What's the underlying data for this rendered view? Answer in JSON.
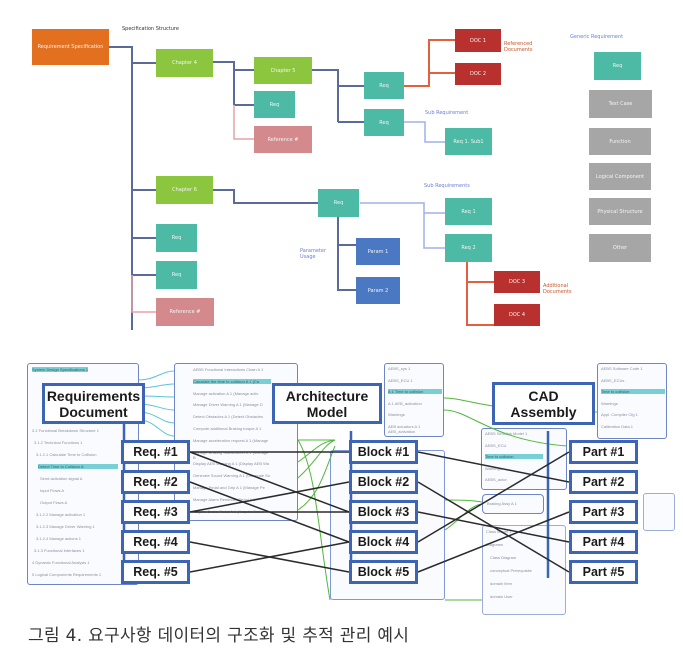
{
  "top_diagram": {
    "title_note": "Specification Structure",
    "root": "Requirement Specification",
    "chapter_a": "Chapter 4",
    "chapter_b": "Chapter 5",
    "chapter_c": "Chapter 6",
    "req_1": "Req",
    "reference": "Reference #",
    "req_2": "Req",
    "req_3": "Req",
    "doc_1": "DOC 1",
    "doc_2": "DOC 2",
    "ref_docs_note": "Referenced Documents",
    "sub_req_note": "Sub Requirement",
    "req_sub1": "Req 1. Sub1",
    "chapter_c_req1": "Req",
    "chapter_c_req2": "Req",
    "reference_2": "Reference #",
    "req_mid": "Req",
    "sub_req_note_2": "Sub Requirements",
    "req_sub_a": "Req 1",
    "req_sub_b": "Req 2",
    "param_note": "Parameter Usage",
    "param_1": "Param 1",
    "param_2": "Param 2",
    "doc_3": "DOC 3",
    "doc_4": "DOC 4",
    "add_docs_note": "Additional Documents",
    "legend_title": "Generic Requirement",
    "legend_items": [
      "Req",
      "Test Case",
      "Function",
      "Logical Component",
      "Physical Structure",
      "Other"
    ]
  },
  "trace_diagram": {
    "groups": {
      "requirements": "Requirements Document",
      "architecture": "Architecture Model",
      "cad": "CAD Assembly"
    },
    "reqs": [
      "Req. #1",
      "Req. #2",
      "Req. #3",
      "Req. #4",
      "Req. #5"
    ],
    "blocks": [
      "Block #1",
      "Block #2",
      "Block #3",
      "Block #4",
      "Block #5"
    ],
    "parts": [
      "Part #1",
      "Part #2",
      "Part #3",
      "Part #4",
      "Part #5"
    ],
    "req_to_block": [
      [
        1,
        1
      ],
      [
        1,
        3
      ],
      [
        2,
        4
      ],
      [
        3,
        2
      ],
      [
        3,
        3
      ],
      [
        4,
        5
      ],
      [
        5,
        4
      ]
    ],
    "block_to_part": [
      [
        1,
        2
      ],
      [
        2,
        5
      ],
      [
        3,
        4
      ],
      [
        4,
        1
      ],
      [
        5,
        3
      ]
    ],
    "req_panel_lines": [
      "System Design Specifications 1",
      "3.1 Functional Breakdown Structure 1",
      "3.1.2 Technical Functions 1",
      "3.1.2.1 Calculate Time to Collision",
      "Detect Time to Collision A",
      "Send activation signal A",
      "Input Flows A",
      "Output Flows A",
      "3.1.2.2 Manage activation 1",
      "3.1.2.3 Manage Driver Warning 1",
      "3.1.2.4 Manage actions 1",
      "3.1.3 Functional Interfaces 1",
      "4 Dynamic Functional Analysis 1",
      "5 Logical Components Requirements 1"
    ],
    "func_panel_lines": [
      "AEBS Functional Interactions Chain A 1",
      "Calculate the time to collision A 1 (Ca",
      "Manage activation A 1 (Manage activ",
      "Manage Driver Warning A 1 (Manage D",
      "Detect Obstacles A 1 (Detect Obstacles",
      "Compute additional Braking torque A 1",
      "Manage acceleration request A 1 (Manage",
      "Manage Braking Stabilization A 1 (Manage B",
      "Display AEB Warning A 1 (Display AEB Wa",
      "Generate Sound Warning A 1 (Generate So",
      "Manage Pedal and Grip A 1 (Manage Pe",
      "Manage Alarm Reminder Pedal A 1",
      "Acquire Brake Pedal A 1 (Acquire Brake"
    ],
    "arch_panel_lines": [
      "AEBS_sys 1",
      "AEBS_ECU 1",
      "A 1 Time to collision",
      "A 1 AEB_activation",
      "Warnings",
      "AEB actuators A 1 AEB_activation"
    ],
    "cad_panel_lines": [
      "AEBS Simulink Model 1",
      "AEBS_ECU",
      "Time to collision",
      "Warnings",
      "AEBS_actor"
    ],
    "sw_panel_lines": [
      "AEBS Software Code 1",
      "AEBS_ECUs",
      "Time to collision",
      "Warnings",
      "Appl. Compiler Cfg 1",
      "Calibration Data 1"
    ],
    "braking_label": "Braking Assy A 1",
    "class_panel_lines": [
      "Class Model 1",
      "Diagrams",
      "Class Diagram",
      "conceptual Prerequisite",
      "domain Item",
      "domain User"
    ]
  },
  "caption": "그림 4. 요구사항 데이터의 구조화 및 추적 관리 예시",
  "colors": {
    "orange": "#e2701f",
    "green": "#8cc63f",
    "teal": "#4dbaa5",
    "pink": "#d48a8c",
    "red": "#b8312f",
    "blue": "#4a78c2",
    "gray": "#a6a6a6",
    "frame_blue": "#3d65b5",
    "trace_line": "#2b2b2b",
    "green_trace": "#4fb83c",
    "cyan_trace": "#5cc4da"
  }
}
